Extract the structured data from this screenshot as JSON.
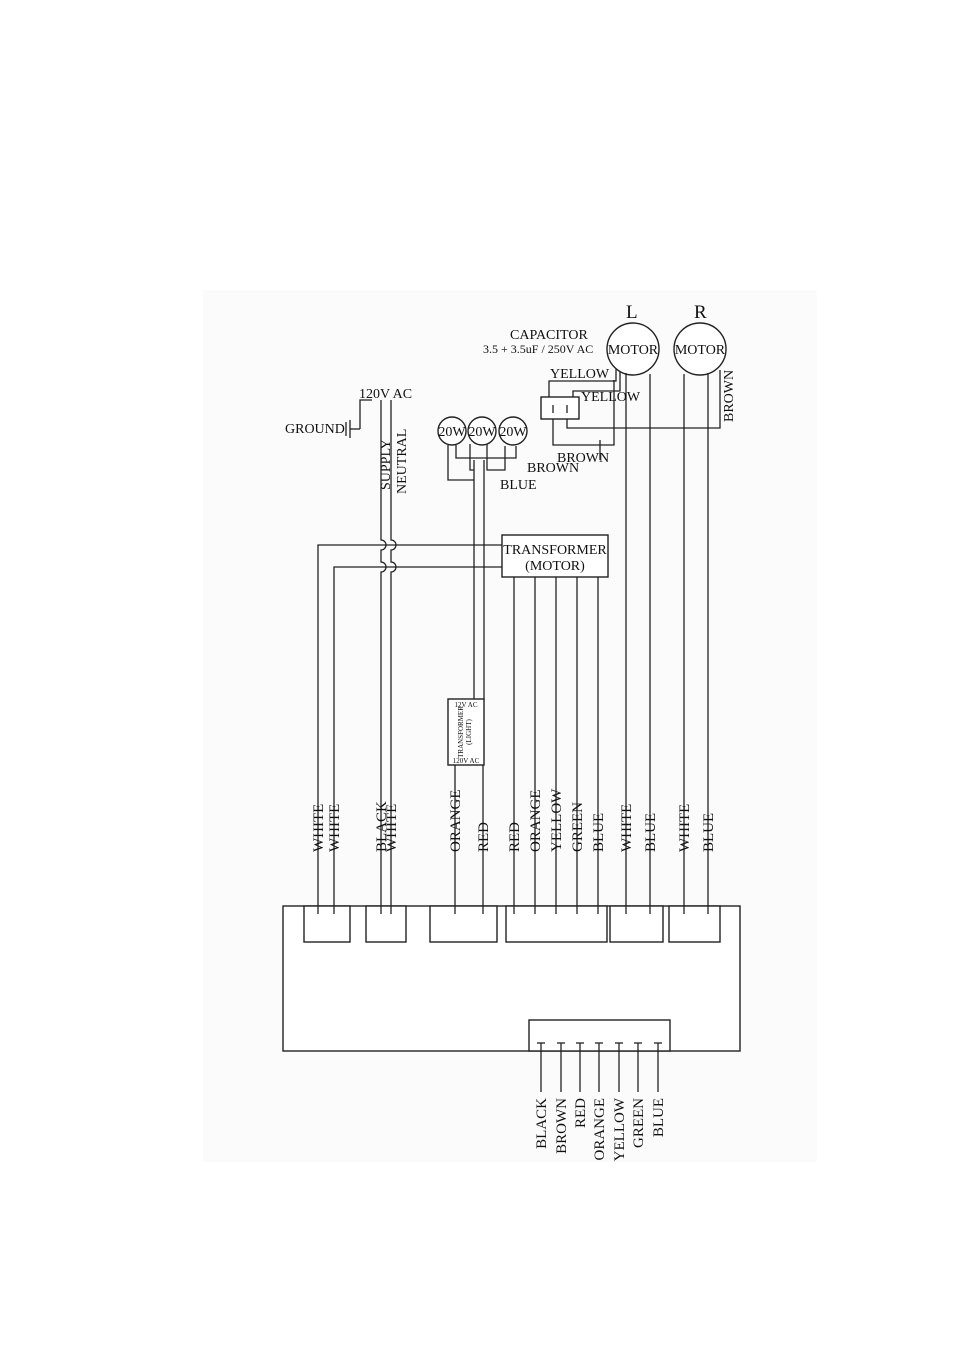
{
  "labels": {
    "motor_l": "L",
    "motor_r": "R",
    "capacitor_title": "CAPACITOR",
    "capacitor_spec": "3.5 + 3.5uF / 250V AC",
    "motor": "MOTOR",
    "supply_voltage": "120V AC",
    "ground": "GROUND",
    "supply": "SUPPLY",
    "neutral": "NEUTRAL",
    "lamp": "20W",
    "yellow": "YELLOW",
    "brown": "BROWN",
    "blue": "BLUE",
    "transformer_motor_l1": "TRANSFORMER",
    "transformer_motor_l2": "(MOTOR)",
    "transformer_light_top": "12V AC",
    "transformer_light_name": "TRANSFORMER",
    "transformer_light_sub": "(LIGHT)",
    "transformer_light_bottom": "120V AC"
  },
  "top_wires": [
    "WHITE",
    "WHITE",
    "BLACK",
    "WHITE",
    "ORANGE",
    "RED",
    "RED",
    "ORANGE",
    "YELLOW",
    "GREEN",
    "BLUE",
    "WHITE",
    "BLUE",
    "WHITE",
    "BLUE"
  ],
  "bottom_wires": [
    "BLACK",
    "BROWN",
    "RED",
    "ORANGE",
    "YELLOW",
    "GREEN",
    "BLUE"
  ]
}
